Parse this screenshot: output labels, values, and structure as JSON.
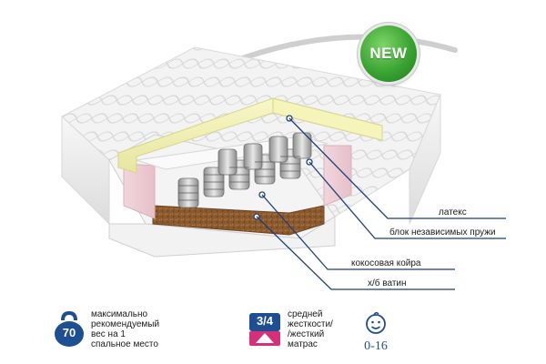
{
  "badge": {
    "label": "NEW",
    "color": "#3aa432"
  },
  "layers": [
    {
      "label": "латекс"
    },
    {
      "label": "блок независимых пружи"
    },
    {
      "label": "кокосовая койра"
    },
    {
      "label": "х/б ватин"
    }
  ],
  "features": {
    "weight": {
      "value": "70",
      "text_lines": [
        "максимально",
        "рекомендуемый",
        "вес на 1",
        "спальное место"
      ],
      "icon": "kettlebell-icon"
    },
    "firmness": {
      "value": "3/4",
      "text_lines": [
        "средней",
        "жесткости/",
        "/жесткий",
        "матрас"
      ],
      "icon": "firmness-icon"
    },
    "age": {
      "value": "0-16",
      "icon": "child-face-icon"
    }
  },
  "colors": {
    "line": "#1e3f7a",
    "accent_blue": "#1e4f93",
    "firm_pink": "#d6307a"
  }
}
